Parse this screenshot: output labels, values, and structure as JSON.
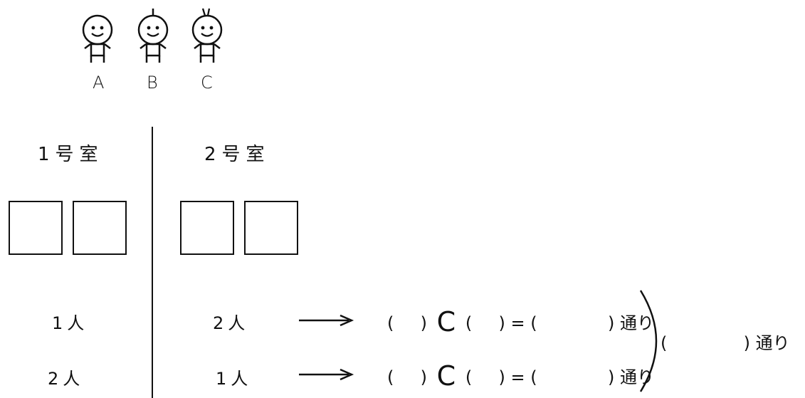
{
  "people": [
    {
      "label": "A"
    },
    {
      "label": "B"
    },
    {
      "label": "C"
    }
  ],
  "rooms": {
    "room1": "1号室",
    "room2": "2号室"
  },
  "rows": [
    {
      "room1_count": "1人",
      "room2_count": "2人",
      "open_paren": "(",
      "close_paren": ")",
      "combination_symbol": "C",
      "equals": "=",
      "unit": "通り"
    },
    {
      "room1_count": "2人",
      "room2_count": "1人",
      "open_paren": "(",
      "close_paren": ")",
      "combination_symbol": "C",
      "equals": "=",
      "unit": "通り"
    }
  ],
  "total": {
    "open_paren": "(",
    "close_paren": ")",
    "unit": "通り"
  }
}
